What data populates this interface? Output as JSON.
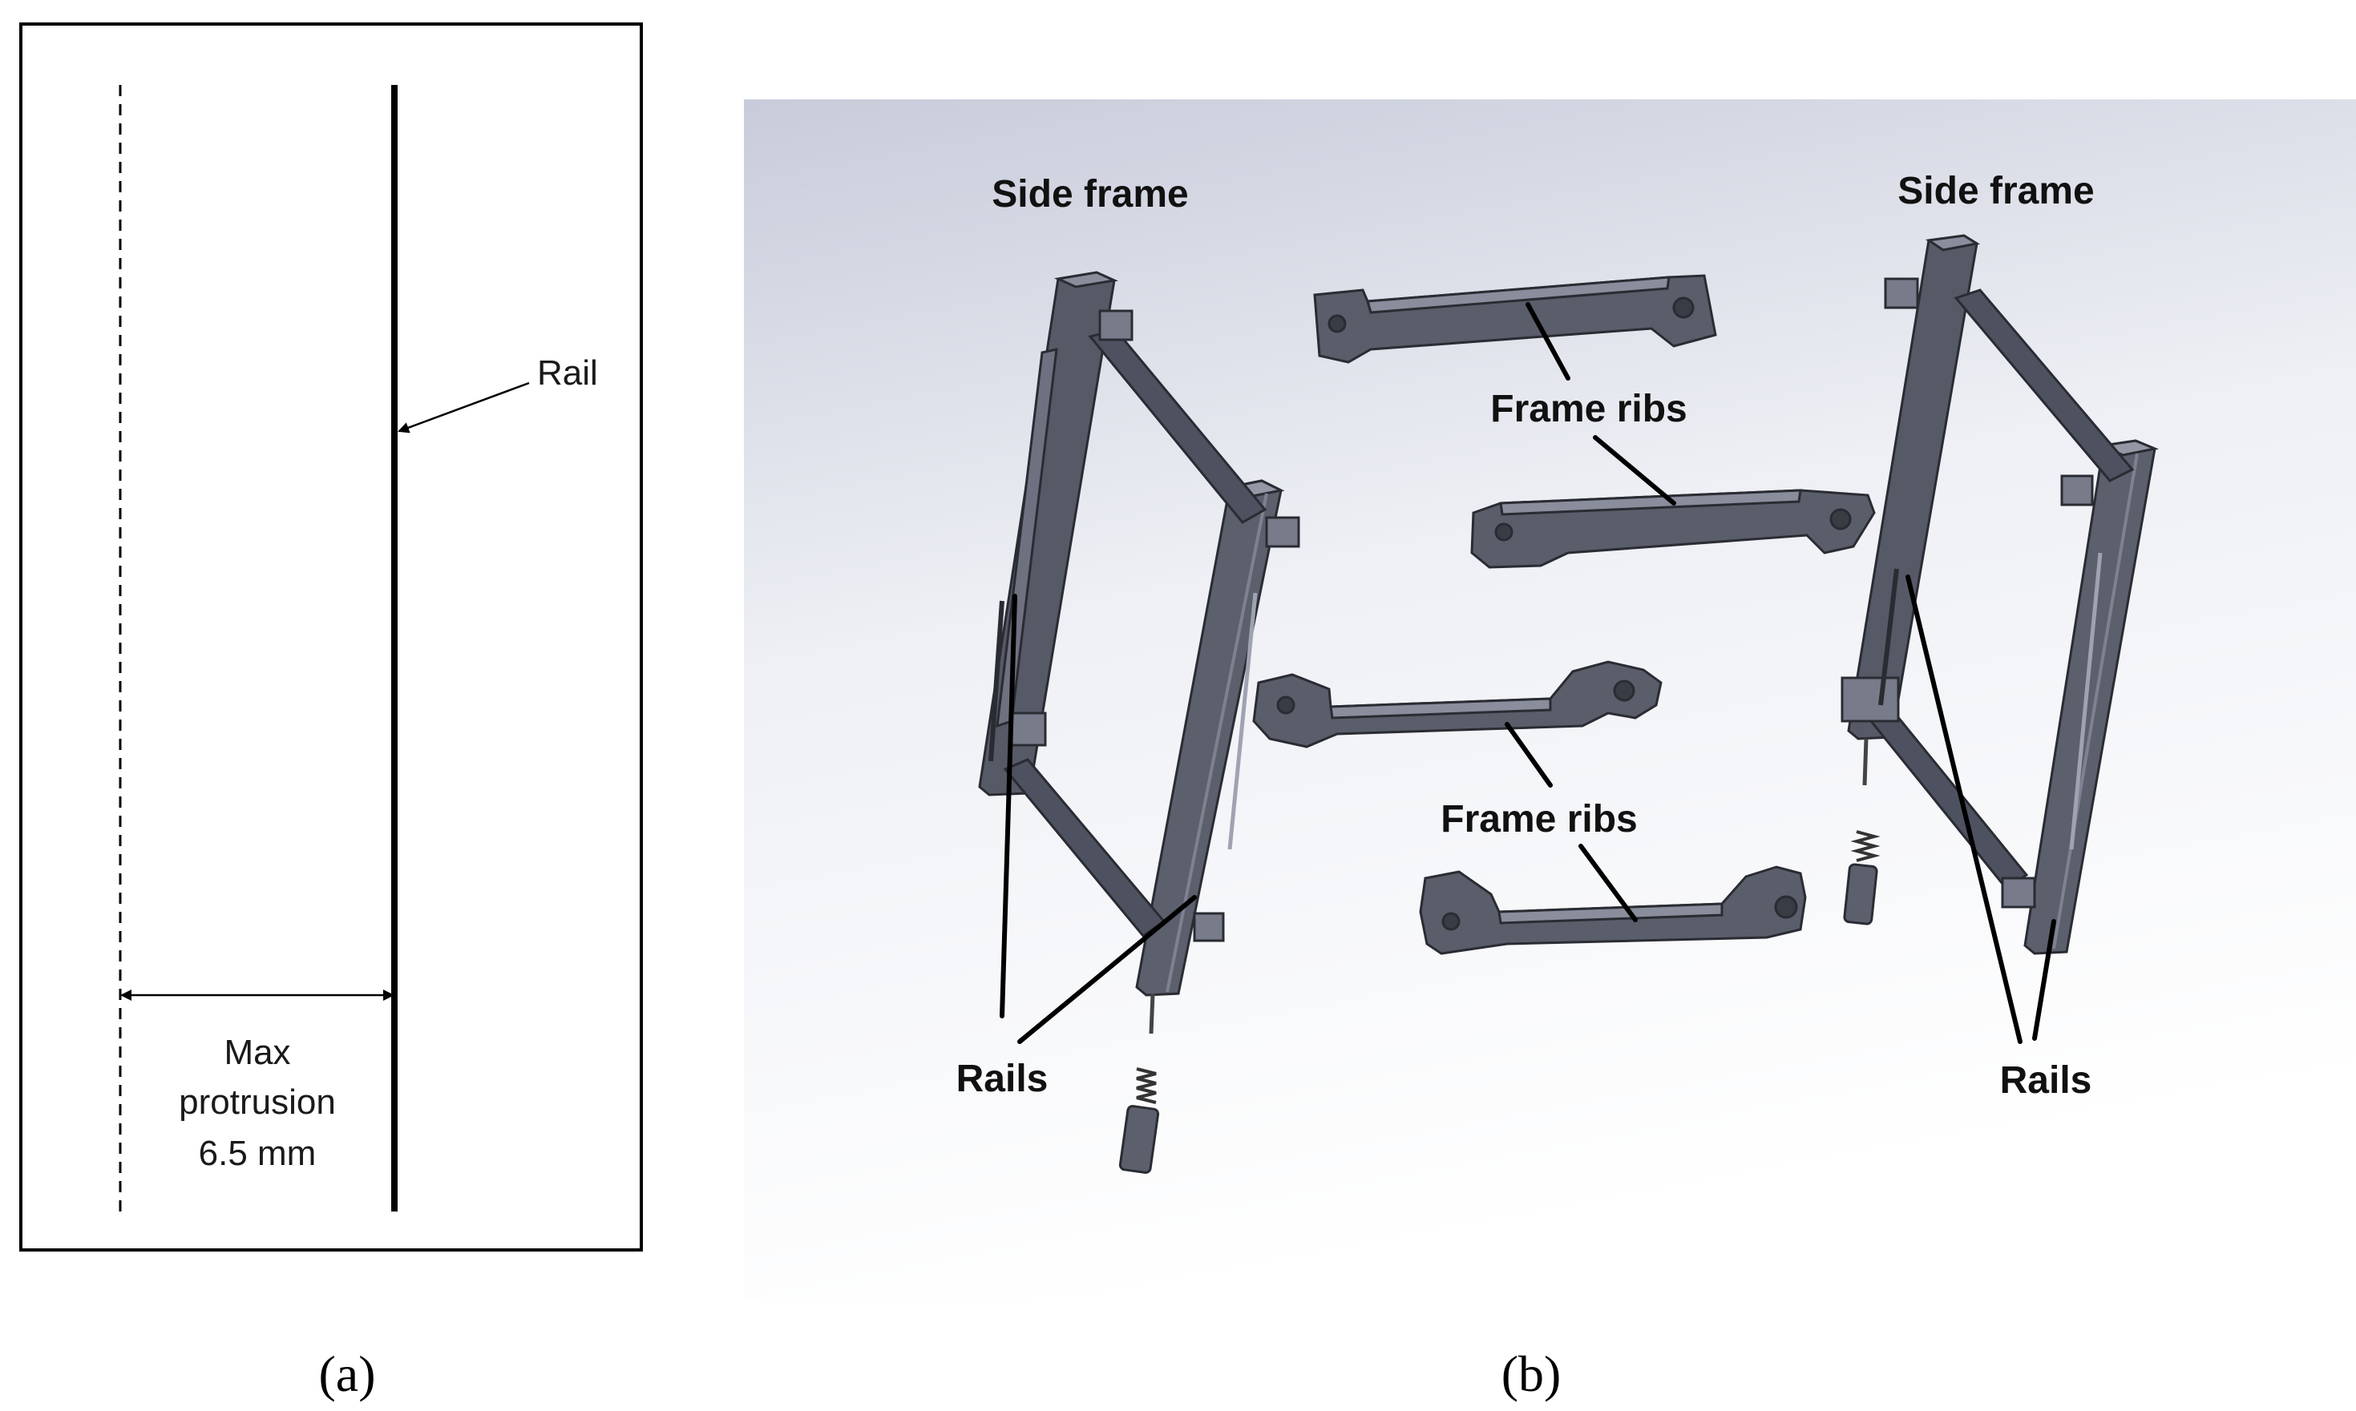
{
  "panel_a": {
    "rail_label": "Rail",
    "protrusion_lines": [
      "Max",
      "protrusion",
      "6.5 mm"
    ]
  },
  "panel_b": {
    "labels": {
      "side_frame_left": "Side frame",
      "side_frame_right": "Side frame",
      "frame_ribs_top": "Frame ribs",
      "frame_ribs_bottom": "Frame ribs",
      "rails_left": "Rails",
      "rails_right": "Rails"
    }
  },
  "captions": {
    "a": "(a)",
    "b": "(b)"
  },
  "colors": {
    "part_dark": "#4a4c57",
    "part_mid": "#6b6e7c",
    "part_light": "#9a9dab",
    "render_bg_top": "#cfd3df",
    "render_bg_bottom": "#ffffff"
  }
}
